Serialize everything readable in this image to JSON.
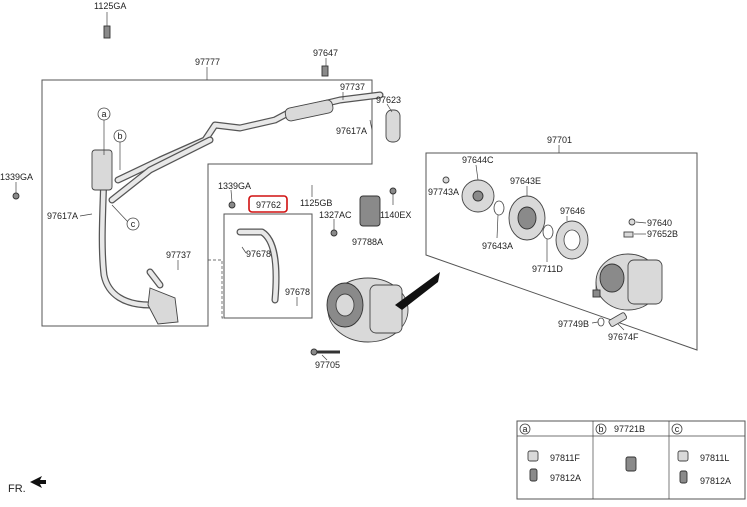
{
  "colors": {
    "highlight": "#d01010",
    "line": "#444444",
    "part_fill": "#d9d9d9"
  },
  "labels": {
    "p1125GA_top": "1125GA",
    "p97777": "97777",
    "p97647": "97647",
    "p97737_top": "97737",
    "p97623": "97623",
    "p97617A_right": "97617A",
    "p1339GA_left": "1339GA",
    "p97617A_left": "97617A",
    "p1339GA_mid": "1339GA",
    "p97762": "97762",
    "p1125GB": "1125GB",
    "p1327AC": "1327AC",
    "p1140EX": "1140EX",
    "p97788A": "97788A",
    "p97678_upper": "97678",
    "p97678_lower": "97678",
    "p97737_mid": "97737",
    "p97705": "97705",
    "p97701": "97701",
    "p97644C": "97644C",
    "p97743A": "97743A",
    "p97643E": "97643E",
    "p97646": "97646",
    "p97640": "97640",
    "p97652B": "97652B",
    "p97643A": "97643A",
    "p97711D": "97711D",
    "p97749B": "97749B",
    "p97674F": "97674F",
    "fr": "FR."
  },
  "callouts": {
    "a": "a",
    "b": "b",
    "c": "c"
  },
  "legend": {
    "a": {
      "key": "a",
      "parts": [
        "97811F",
        "97812A"
      ]
    },
    "b": {
      "key": "b",
      "parts": [
        "97721B"
      ]
    },
    "c": {
      "key": "c",
      "parts": [
        "97811L",
        "97812A"
      ]
    }
  }
}
